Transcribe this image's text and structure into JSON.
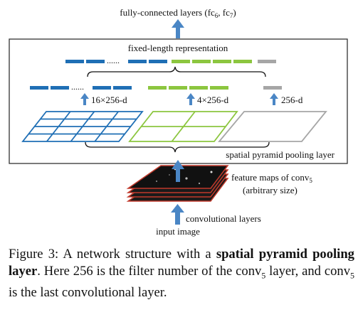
{
  "figure": {
    "top_label": "fully-connected layers (fc",
    "top_label_sub1": "6",
    "top_label_mid": ", fc",
    "top_label_sub2": "7",
    "top_label_end": ")",
    "fixed_length_label": "fixed-length representation",
    "dots": "......",
    "bin16_label": "16×256-d",
    "bin4_label": "4×256-d",
    "bin1_label": "256-d",
    "spp_layer_label": "spatial pyramid pooling layer",
    "feature_maps_label": "feature maps of conv",
    "feature_maps_sub": "5",
    "arbitrary_size_label": "(arbitrary size)",
    "conv_layers_label": "convolutional layers",
    "input_image_label": "input image",
    "colors": {
      "blue": "#1f6fb5",
      "green": "#8cc63f",
      "gray": "#a6a6a6",
      "arrow": "#4a86c5",
      "red": "#c0392b"
    }
  },
  "caption": {
    "prefix": "Figure 3: A network structure with a ",
    "bold1": "spatial pyramid pooling layer",
    "mid1": ". Here 256 is the filter number of the conv",
    "sub1": "5",
    "mid2": " layer, and conv",
    "sub2": "5",
    "end": " is the last convolutional layer."
  }
}
